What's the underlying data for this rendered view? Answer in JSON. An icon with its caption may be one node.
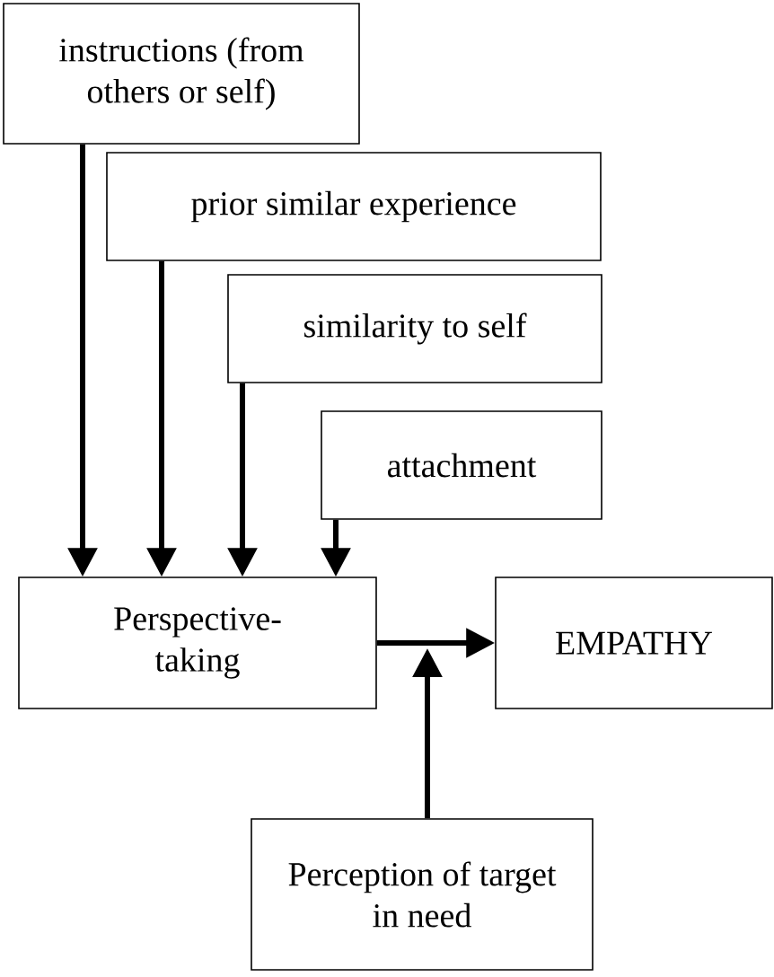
{
  "diagram": {
    "nodes": [
      {
        "text": [
          "instructions (from others or self)"
        ]
      },
      {
        "text": [
          "prior similar experience"
        ]
      },
      {
        "text": [
          "similarity to self"
        ]
      },
      {
        "text": [
          "attachment"
        ]
      },
      {
        "text": [
          "Perspective-taking"
        ]
      },
      {
        "text": [
          "EMPATHY"
        ]
      },
      {
        "text": [
          "Perception of target in need"
        ]
      }
    ],
    "edges": [
      {
        "from": 0,
        "to": 4,
        "arrow": "to"
      },
      {
        "from": 1,
        "to": 4,
        "arrow": "to"
      },
      {
        "from": 2,
        "to": 4,
        "arrow": "to"
      },
      {
        "from": 3,
        "to": 4,
        "arrow": "to"
      },
      {
        "from": 4,
        "to": 5,
        "arrow": "to"
      },
      {
        "from": 6,
        "to": null,
        "arrow": "to"
      }
    ]
  }
}
